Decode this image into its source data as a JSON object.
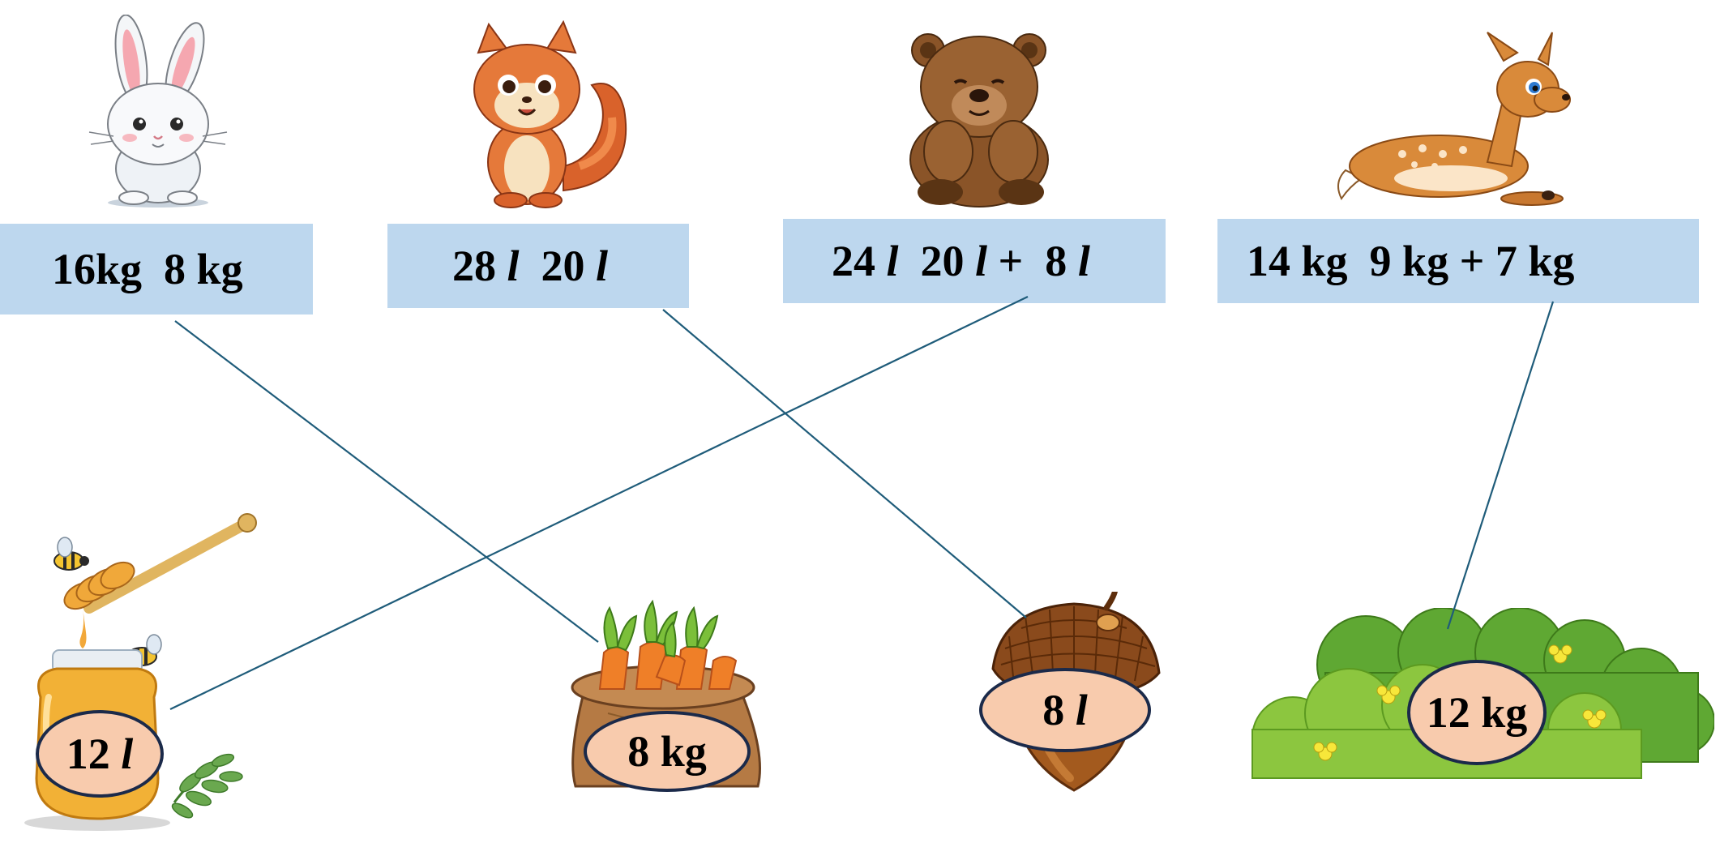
{
  "animals": [
    {
      "name": "rabbit",
      "expr_a": "16kg  8 kg",
      "expr_b": "",
      "expr_c": ""
    },
    {
      "name": "squirrel",
      "expr_a": "28 ",
      "expr_b": "l",
      "expr_c": "  20 ",
      "expr_d": "l"
    },
    {
      "name": "bear",
      "expr_a": "24 ",
      "expr_b": "l",
      "expr_c": "  20 ",
      "expr_d": "l",
      "expr_e": " +  8 ",
      "expr_f": "l"
    },
    {
      "name": "deer",
      "expr_a": "14 kg  9 kg + 7 kg"
    }
  ],
  "items": [
    {
      "name": "honey-jar",
      "num": "12 ",
      "unit": "l"
    },
    {
      "name": "carrot-sack",
      "num": "8 kg",
      "unit": ""
    },
    {
      "name": "acorn",
      "num": "8 ",
      "unit": "l"
    },
    {
      "name": "bush",
      "num": "12 kg",
      "unit": ""
    }
  ],
  "colors": {
    "box": "#bdd7ee",
    "label_fill": "#f8cbad",
    "label_border": "#1b2a4a",
    "line": "#1f5c7a"
  }
}
